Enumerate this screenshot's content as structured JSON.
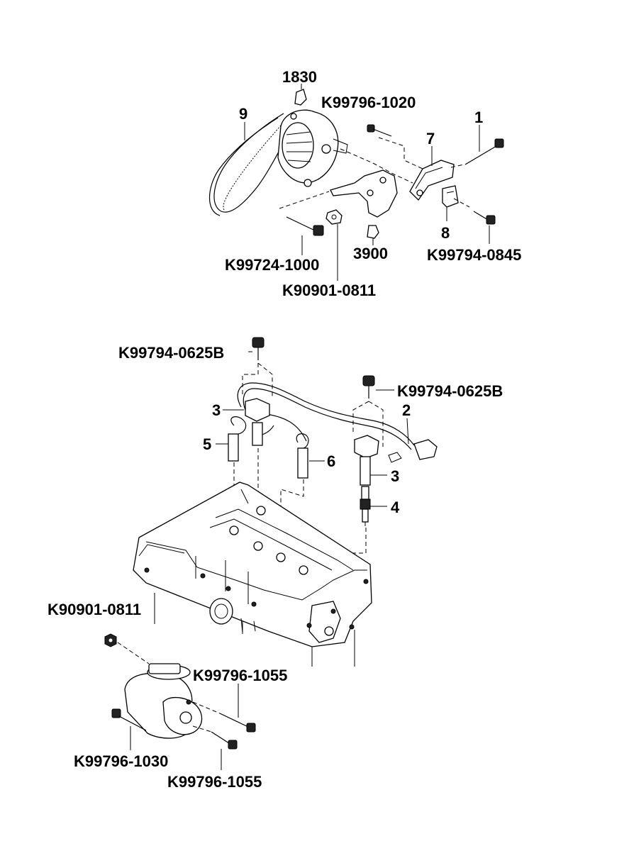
{
  "labels": {
    "l1830": "1830",
    "l9": "9",
    "lK99796_1020": "K99796-1020",
    "l1": "1",
    "l7": "7",
    "l8": "8",
    "l3900": "3900",
    "lK99724_1000": "K99724-1000",
    "lK99794_0845": "K99794-0845",
    "lK90901_0811_top": "K90901-0811",
    "lK99794_0625B_left": "K99794-0625B",
    "lK99794_0625B_right": "K99794-0625B",
    "l3_left": "3",
    "l2": "2",
    "l5": "5",
    "l6": "6",
    "l3_right": "3",
    "l4": "4",
    "lK90901_0811_bottom": "K90901-0811",
    "lK99796_1055_upper": "K99796-1055",
    "lK99796_1030": "K99796-1030",
    "lK99796_1055_lower": "K99796-1055"
  }
}
